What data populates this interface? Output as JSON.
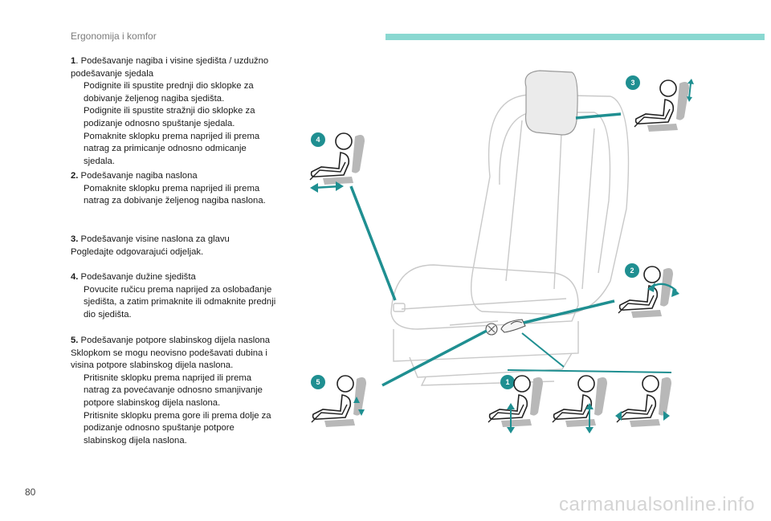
{
  "header": {
    "title": "Ergonomija i komfor"
  },
  "page": {
    "number": "80"
  },
  "watermark": "carmanualsonline.info",
  "sections": [
    {
      "num": "1",
      "title": ". Podešavanje nagiba i visine sjedišta / uzdužno podešavanje sjedala",
      "bullets": [
        "Podignite ili spustite prednji dio sklopke za dobivanje željenog nagiba sjedišta.",
        "Podignite ili spustite stražnji dio sklopke za podizanje odnosno spuštanje sjedala.",
        "Pomaknite sklopku prema naprijed ili prema natrag za primicanje odnosno odmicanje sjedala."
      ]
    },
    {
      "num": "2.",
      "title": " Podešavanje nagiba naslona",
      "bullets": [
        "Pomaknite sklopku prema naprijed ili prema natrag za dobivanje željenog nagiba naslona."
      ]
    },
    {
      "num": "3.",
      "title": " Podešavanje visine naslona za glavu",
      "line": "Pogledajte odgovarajući odjeljak."
    },
    {
      "num": "4.",
      "title": " Podešavanje dužine sjedišta",
      "bullets": [
        "Povucite ručicu prema naprijed za oslobađanje sjedišta, a zatim primaknite ili odmaknite prednji dio sjedišta."
      ]
    },
    {
      "num": "5.",
      "title": " Podešavanje potpore slabinskog dijela naslona",
      "line": "Sklopkom se mogu neovisno podešavati dubina i visina potpore slabinskog dijela naslona.",
      "bullets": [
        "Pritisnite sklopku prema naprijed ili prema natrag za povećavanje odnosno smanjivanje potpore slabinskog dijela naslona.",
        "Pritisnite sklopku prema gore ili prema dolje za podizanje odnosno spuštanje potpore slabinskog dijela naslona."
      ]
    }
  ],
  "bullet_glyph": "",
  "badges": {
    "b1": "1",
    "b2": "2",
    "b3": "3",
    "b4": "4",
    "b5": "5"
  },
  "colors": {
    "accent": "#1f8f91",
    "header_bar": "#8ad8d1",
    "gray_seat": "#b8b8b8"
  }
}
